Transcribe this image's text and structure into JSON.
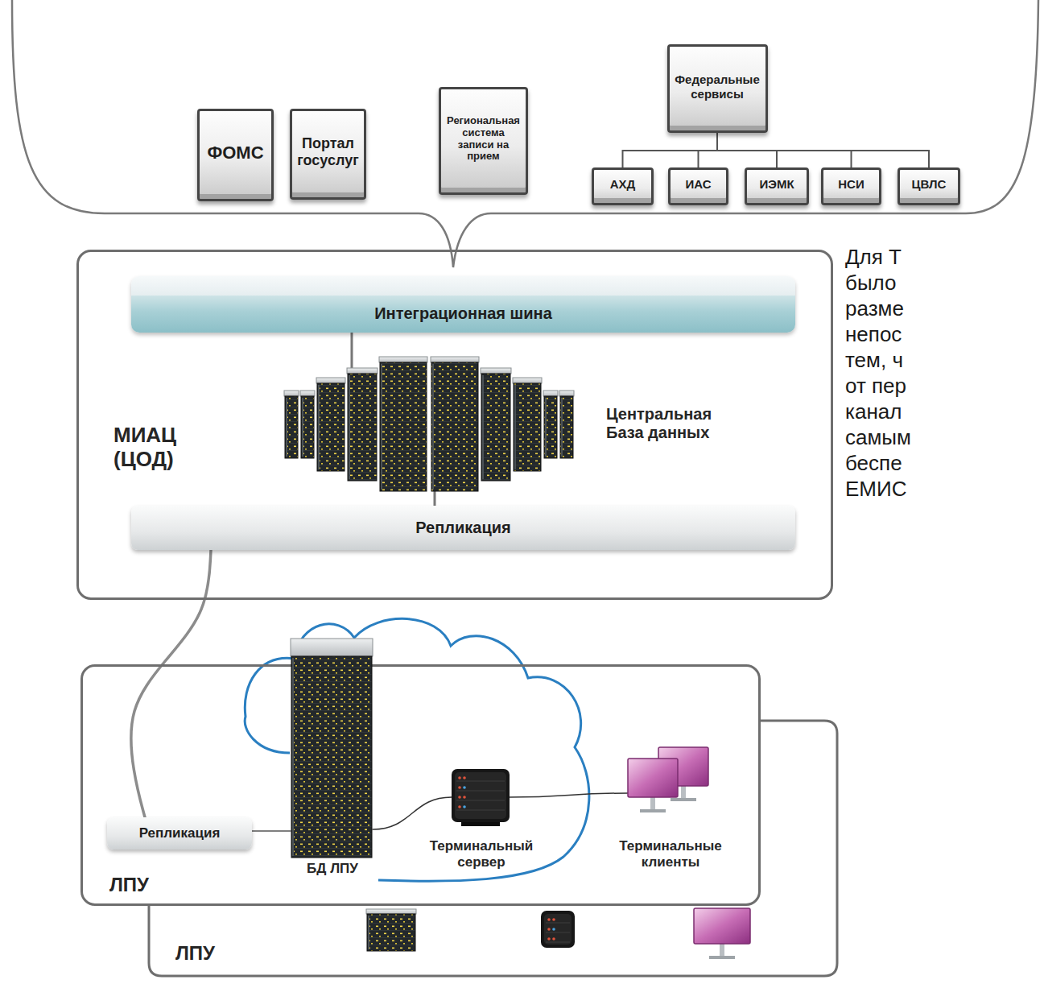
{
  "diagram": {
    "nodes": [
      {
        "text": [
          "ФОМС"
        ]
      },
      {
        "text": [
          "Портал госуслуг"
        ]
      },
      {
        "text": [
          "Региональная система записи на прием"
        ]
      },
      {
        "text": [
          "Федеральные сервисы"
        ]
      },
      {
        "text": [
          "АХД"
        ]
      },
      {
        "text": [
          "ИАС"
        ]
      },
      {
        "text": [
          "ИЭМК"
        ]
      },
      {
        "text": [
          "НСИ"
        ]
      },
      {
        "text": [
          "ЦВЛС"
        ]
      },
      {
        "text": [
          "МИАЦ (ЦОД)"
        ]
      },
      {
        "text": [
          "Интеграционная шина"
        ],
        "in": 9
      },
      {
        "text": [
          "Центральная База данных"
        ],
        "in": 9
      },
      {
        "text": [
          "Репликация"
        ],
        "in": 9
      },
      {
        "text": [
          "ЛПУ"
        ]
      },
      {
        "text": [
          "Репликация"
        ],
        "in": 13
      },
      {
        "text": [
          "БД ЛПУ"
        ],
        "in": 13
      },
      {
        "text": [
          "Терминальный сервер"
        ],
        "in": 13
      },
      {
        "text": [
          "Терминальные клиенты"
        ],
        "in": 13
      },
      {
        "text": [
          "ЛПУ"
        ]
      }
    ],
    "edges": [
      {
        "from": 3,
        "to": 4,
        "arrow": "none"
      },
      {
        "from": 3,
        "to": 5,
        "arrow": "none"
      },
      {
        "from": 3,
        "to": 6,
        "arrow": "none"
      },
      {
        "from": 3,
        "to": 7,
        "arrow": "none"
      },
      {
        "from": 3,
        "to": 8,
        "arrow": "none"
      },
      {
        "from": 10,
        "to": 11,
        "arrow": "none"
      },
      {
        "from": 11,
        "to": 12,
        "arrow": "none"
      },
      {
        "from": 12,
        "to": 14,
        "arrow": "none"
      },
      {
        "from": 14,
        "to": 15,
        "arrow": "none"
      },
      {
        "from": 15,
        "to": 16,
        "arrow": "none"
      },
      {
        "from": 16,
        "to": 17,
        "arrow": "none"
      }
    ],
    "labels": [
      "Для Т было разме непос тем, ч от пер канал самым беспе ЕМИС"
    ]
  }
}
